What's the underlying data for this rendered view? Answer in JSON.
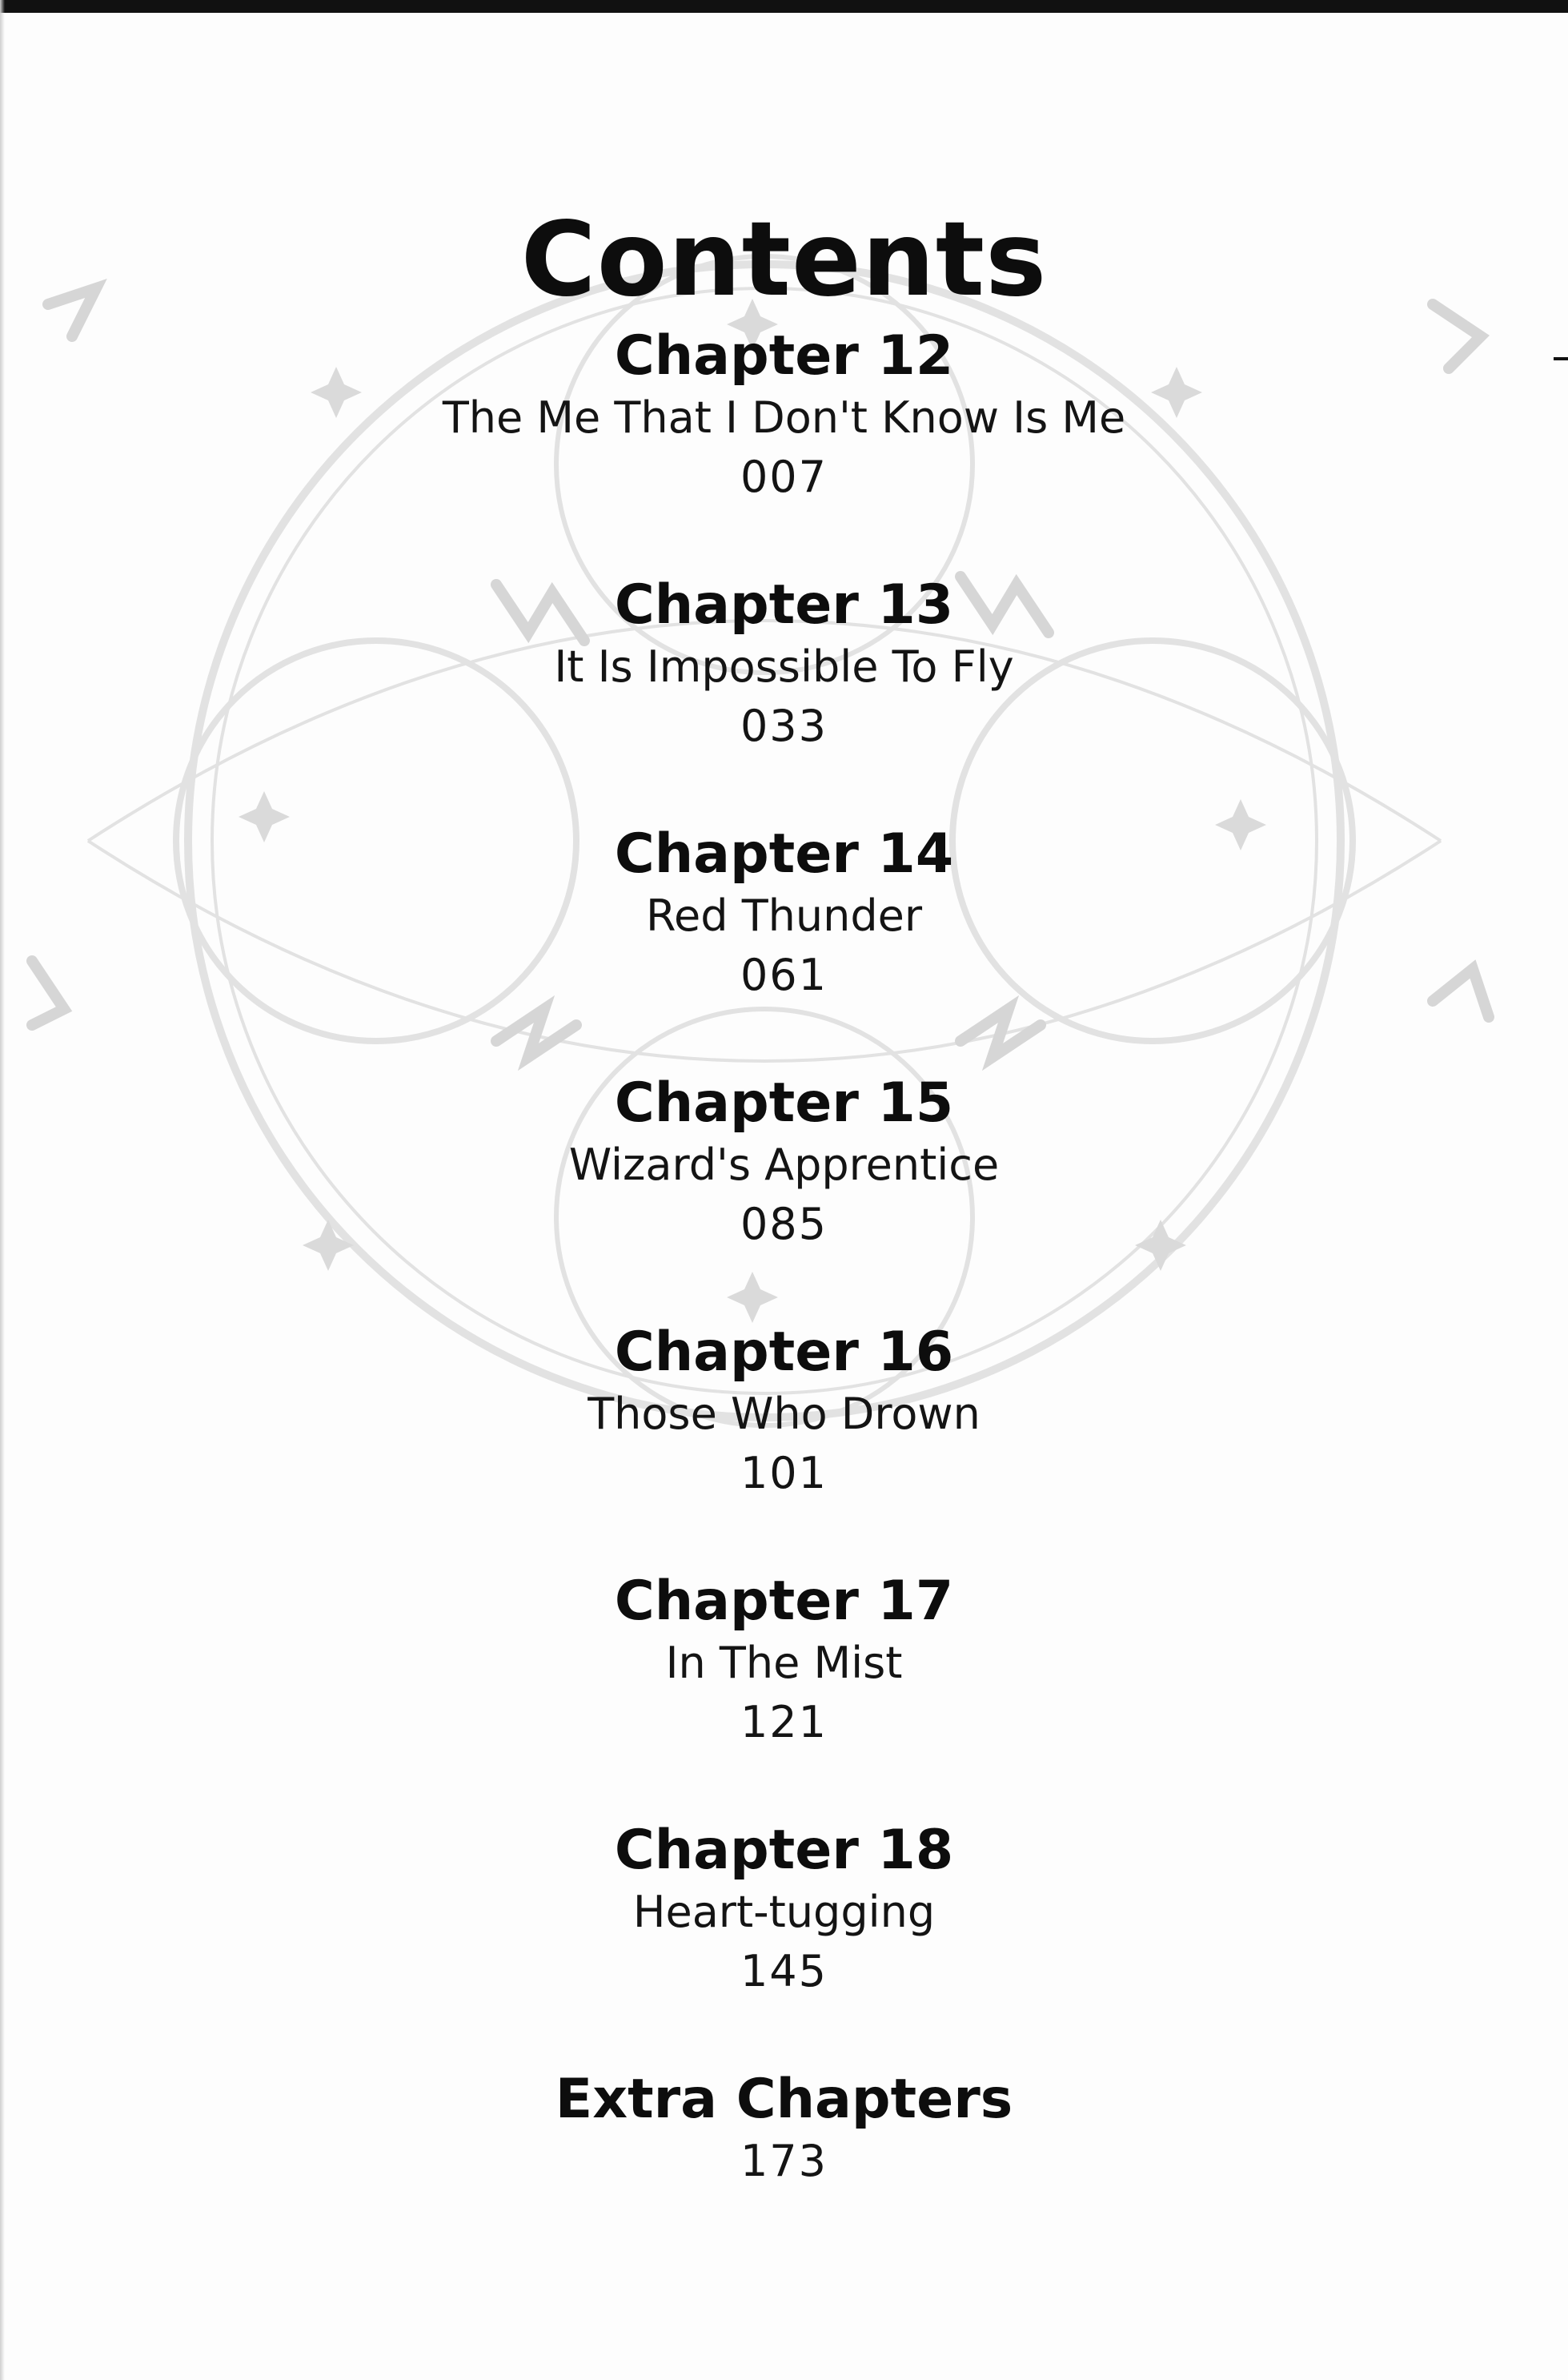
{
  "toc": {
    "title": "Contents",
    "entries": [
      {
        "heading": "Chapter 12",
        "subtitle": "The Me That I Don't Know Is Me",
        "page": "007"
      },
      {
        "heading": "Chapter 13",
        "subtitle": "It Is Impossible To Fly",
        "page": "033"
      },
      {
        "heading": "Chapter 14",
        "subtitle": "Red Thunder",
        "page": "061"
      },
      {
        "heading": "Chapter 15",
        "subtitle": "Wizard's Apprentice",
        "page": "085"
      },
      {
        "heading": "Chapter 16",
        "subtitle": "Those Who Drown",
        "page": "101"
      },
      {
        "heading": "Chapter 17",
        "subtitle": "In The Mist",
        "page": "121"
      },
      {
        "heading": "Chapter 18",
        "subtitle": "Heart-tugging",
        "page": "145"
      },
      {
        "heading": "Extra Chapters",
        "subtitle": "",
        "page": "173"
      }
    ]
  },
  "colors": {
    "text": "#111111",
    "background": "#fdfdfd",
    "watermark": "#dcdcdc"
  },
  "decoration": {
    "background_icon": "magic-circle-icon"
  }
}
